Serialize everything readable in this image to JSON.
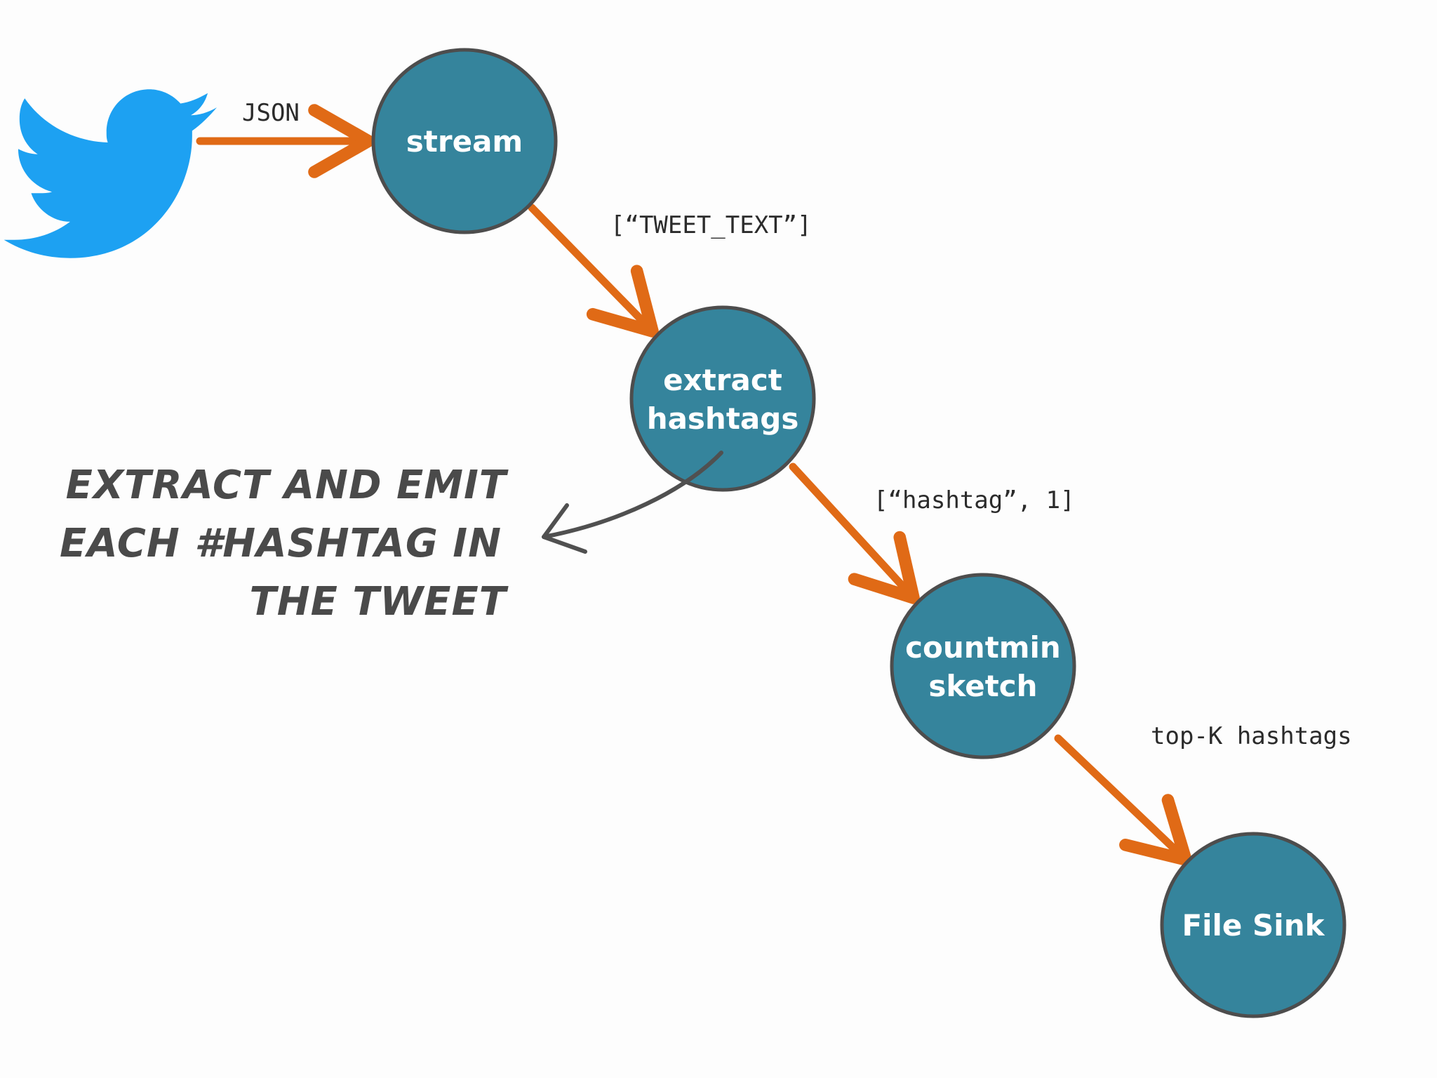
{
  "colors": {
    "node_fill": "#35849c",
    "node_stroke": "#4d4d4d",
    "arrow": "#e06a16",
    "callout": "#505050",
    "bird": "#1da1f2"
  },
  "source": {
    "icon": "twitter-bird-icon"
  },
  "nodes": [
    {
      "id": "stream",
      "lines": [
        "stream"
      ]
    },
    {
      "id": "extract-hashtags",
      "lines": [
        "extract",
        "hashtags"
      ]
    },
    {
      "id": "countmin-sketch",
      "lines": [
        "countmin",
        "sketch"
      ]
    },
    {
      "id": "file-sink",
      "lines": [
        "File Sink"
      ]
    }
  ],
  "edges": [
    {
      "from": "twitter",
      "to": "stream",
      "label": "JSON"
    },
    {
      "from": "stream",
      "to": "extract-hashtags",
      "label": "[“TWEET_TEXT”]"
    },
    {
      "from": "extract-hashtags",
      "to": "countmin-sketch",
      "label": "[“hashtag”, 1]"
    },
    {
      "from": "countmin-sketch",
      "to": "file-sink",
      "label": "top-K hashtags"
    }
  ],
  "note": {
    "lines": [
      "EXTRACT AND EMIT",
      "EACH #HASHTAG IN",
      "THE TWEET"
    ]
  }
}
